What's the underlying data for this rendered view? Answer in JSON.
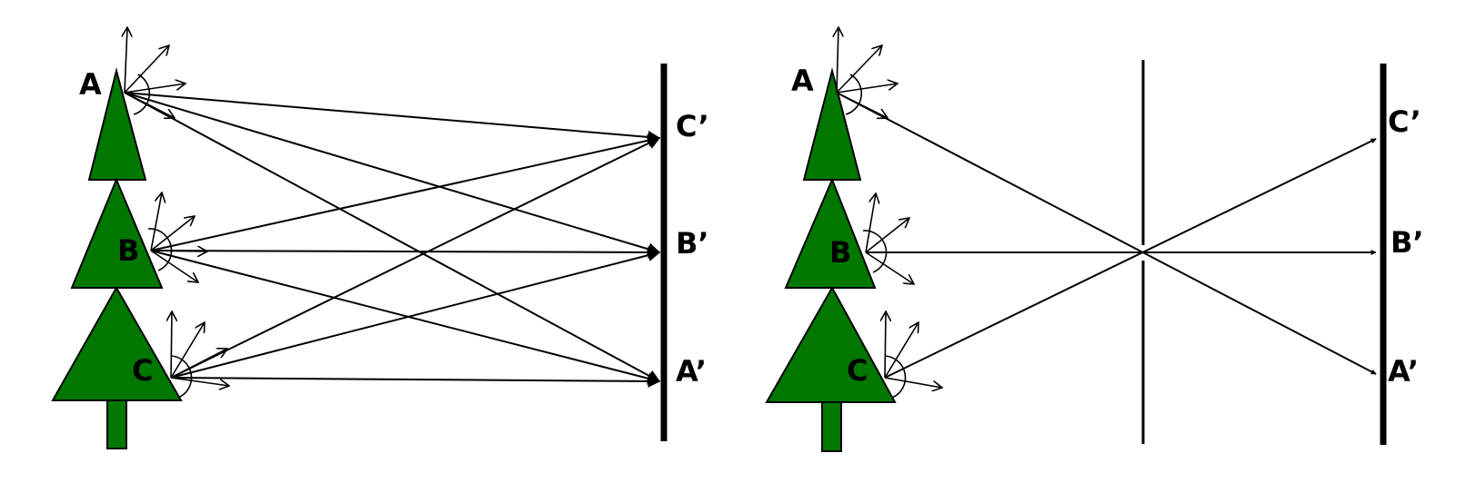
{
  "left_panel": {
    "object_labels": {
      "a": "A",
      "b": "B",
      "c": "C"
    },
    "screen_labels": {
      "c": "C’",
      "b": "B’",
      "a": "A’"
    }
  },
  "right_panel": {
    "object_labels": {
      "a": "A",
      "b": "B",
      "c": "C"
    },
    "screen_labels": {
      "c": "C’",
      "b": "B’",
      "a": "A’"
    }
  }
}
